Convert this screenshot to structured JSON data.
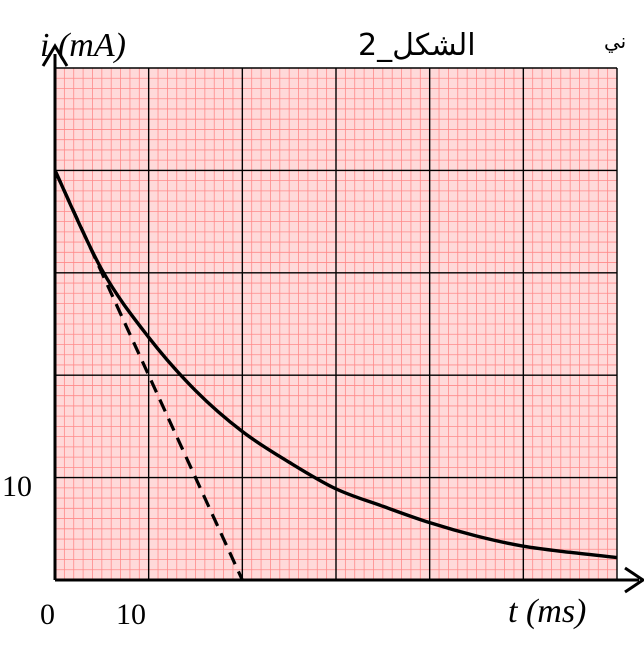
{
  "figure_label": "الشكل_2",
  "edge_text": "ني",
  "chart_data": {
    "type": "line",
    "ylabel": "i (mA)",
    "xlabel": "t (ms)",
    "origin_label": "0",
    "x_tick_label": "10",
    "y_tick_label": "10",
    "xlim": [
      0,
      60
    ],
    "ylim": [
      0,
      50
    ],
    "grid": true,
    "series": [
      {
        "style": "solid",
        "x": [
          0,
          5,
          10,
          15,
          20,
          25,
          30,
          35,
          40,
          45,
          50,
          55,
          60
        ],
        "y": [
          40,
          30.3,
          23.7,
          18.5,
          14.5,
          11.5,
          8.9,
          7.2,
          5.6,
          4.3,
          3.3,
          2.7,
          2.2
        ]
      },
      {
        "style": "dashed",
        "x": [
          0,
          20
        ],
        "y": [
          40,
          0
        ]
      }
    ],
    "colors": {
      "minor_grid": "#ff8a8a",
      "major_grid": "#000000",
      "background": "#ffd9d9",
      "curve": "#000000"
    }
  }
}
